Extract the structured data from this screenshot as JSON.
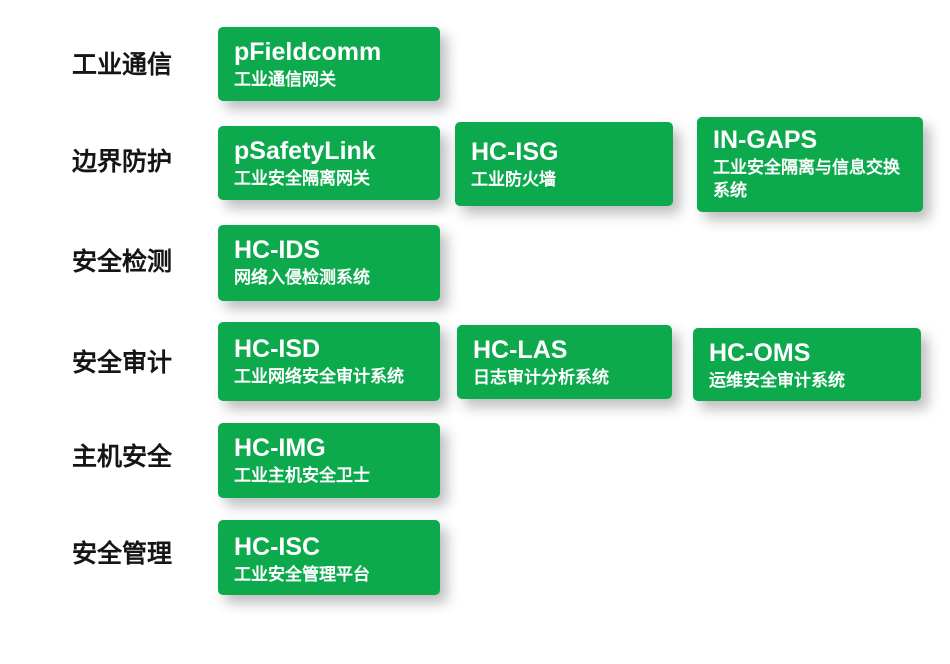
{
  "colors": {
    "card_green": "#0ca94d",
    "card_text": "#ffffff",
    "label_text": "#151515",
    "background": "#ffffff"
  },
  "rows": [
    {
      "label": "工业通信",
      "products": [
        {
          "name": "pFieldcomm",
          "desc": "工业通信网关"
        }
      ]
    },
    {
      "label": "边界防护",
      "products": [
        {
          "name": "pSafetyLink",
          "desc": "工业安全隔离网关"
        },
        {
          "name": "HC-ISG",
          "desc": "工业防火墙"
        },
        {
          "name": "IN-GAPS",
          "desc": "工业安全隔离与信息交换系统"
        }
      ]
    },
    {
      "label": "安全检测",
      "products": [
        {
          "name": "HC-IDS",
          "desc": "网络入侵检测系统"
        }
      ]
    },
    {
      "label": "安全审计",
      "products": [
        {
          "name": "HC-ISD",
          "desc": "工业网络安全审计系统"
        },
        {
          "name": "HC-LAS",
          "desc": "日志审计分析系统"
        },
        {
          "name": "HC-OMS",
          "desc": "运维安全审计系统"
        }
      ]
    },
    {
      "label": "主机安全",
      "products": [
        {
          "name": "HC-IMG",
          "desc": "工业主机安全卫士"
        }
      ]
    },
    {
      "label": "安全管理",
      "products": [
        {
          "name": "HC-ISC",
          "desc": "工业安全管理平台"
        }
      ]
    }
  ]
}
